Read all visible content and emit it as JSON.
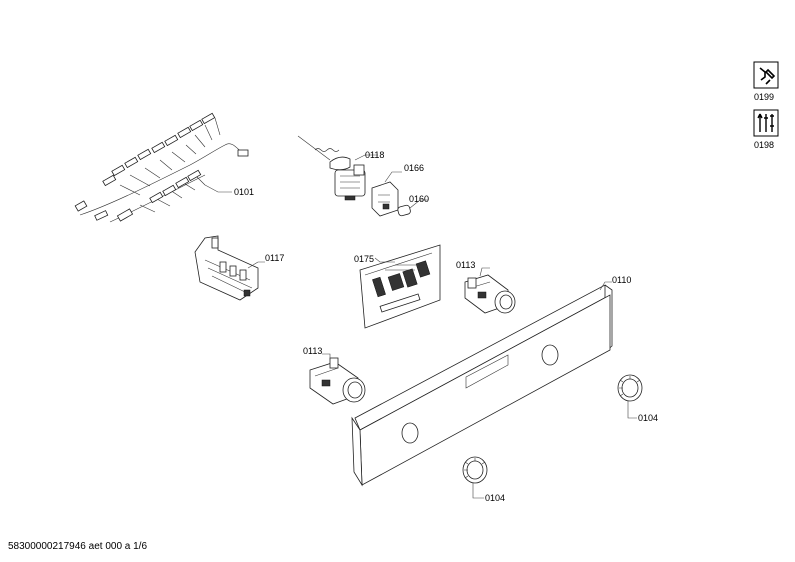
{
  "labels": {
    "harness": "0101",
    "thermostat": "0118",
    "bracket": "0166",
    "lamp": "0160",
    "terminal_block": "0117",
    "control_module": "0175",
    "switch_right": "0113",
    "switch_left": "0113",
    "panel": "0110",
    "knob_ring_right": "0104",
    "knob_ring_bottom": "0104"
  },
  "side_icons": [
    {
      "code": "0199",
      "icon": "wrench-icon"
    },
    {
      "code": "0198",
      "icon": "tools-icon"
    }
  ],
  "footer": "58300000217946 aet 000 a 1/6"
}
